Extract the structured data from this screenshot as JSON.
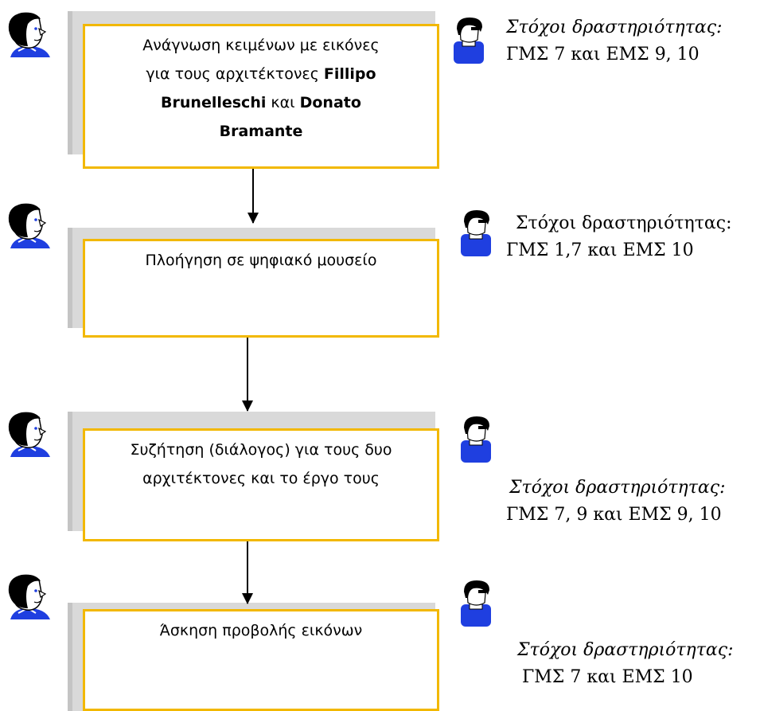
{
  "steps": [
    {
      "box_line1": "Ανάγνωση κειμένων με εικόνες",
      "box_line2_pre": "για τους αρχιτέκτονες ",
      "box_name1": "Fillipo",
      "box_name2": "Brunelleschi",
      "box_conj": " και ",
      "box_name3": "Donato",
      "box_name4": "Bramante",
      "goal_heading": "Στόχοι δραστηριότητας:",
      "goal_text": "ΓΜΣ 7 και ΕΜΣ 9, 10"
    },
    {
      "box_text": "Πλοήγηση σε ψηφιακό μουσείο",
      "goal_heading": "Στόχοι δραστηριότητας:",
      "goal_text": "ΓΜΣ 1,7 και ΕΜΣ 10"
    },
    {
      "box_line1": "Συζήτηση (διάλογος) για τους δυο",
      "box_line2": "αρχιτέκτονες και το έργο τους",
      "goal_heading": "Στόχοι δραστηριότητας:",
      "goal_text": "ΓΜΣ 7, 9 και ΕΜΣ 9, 10"
    },
    {
      "box_text": "Άσκηση προβολής εικόνων",
      "goal_heading": "Στόχοι δραστηριότητας:",
      "goal_text": "ΓΜΣ 7 και ΕΜΣ 10"
    }
  ],
  "colors": {
    "box_border": "#f2b800",
    "shadow": "#d9d9d9",
    "student_shirt": "#1f3fe0",
    "hair": "#000000"
  },
  "icons": {
    "left": "student-face-icon",
    "right": "teacher-figure-icon"
  }
}
